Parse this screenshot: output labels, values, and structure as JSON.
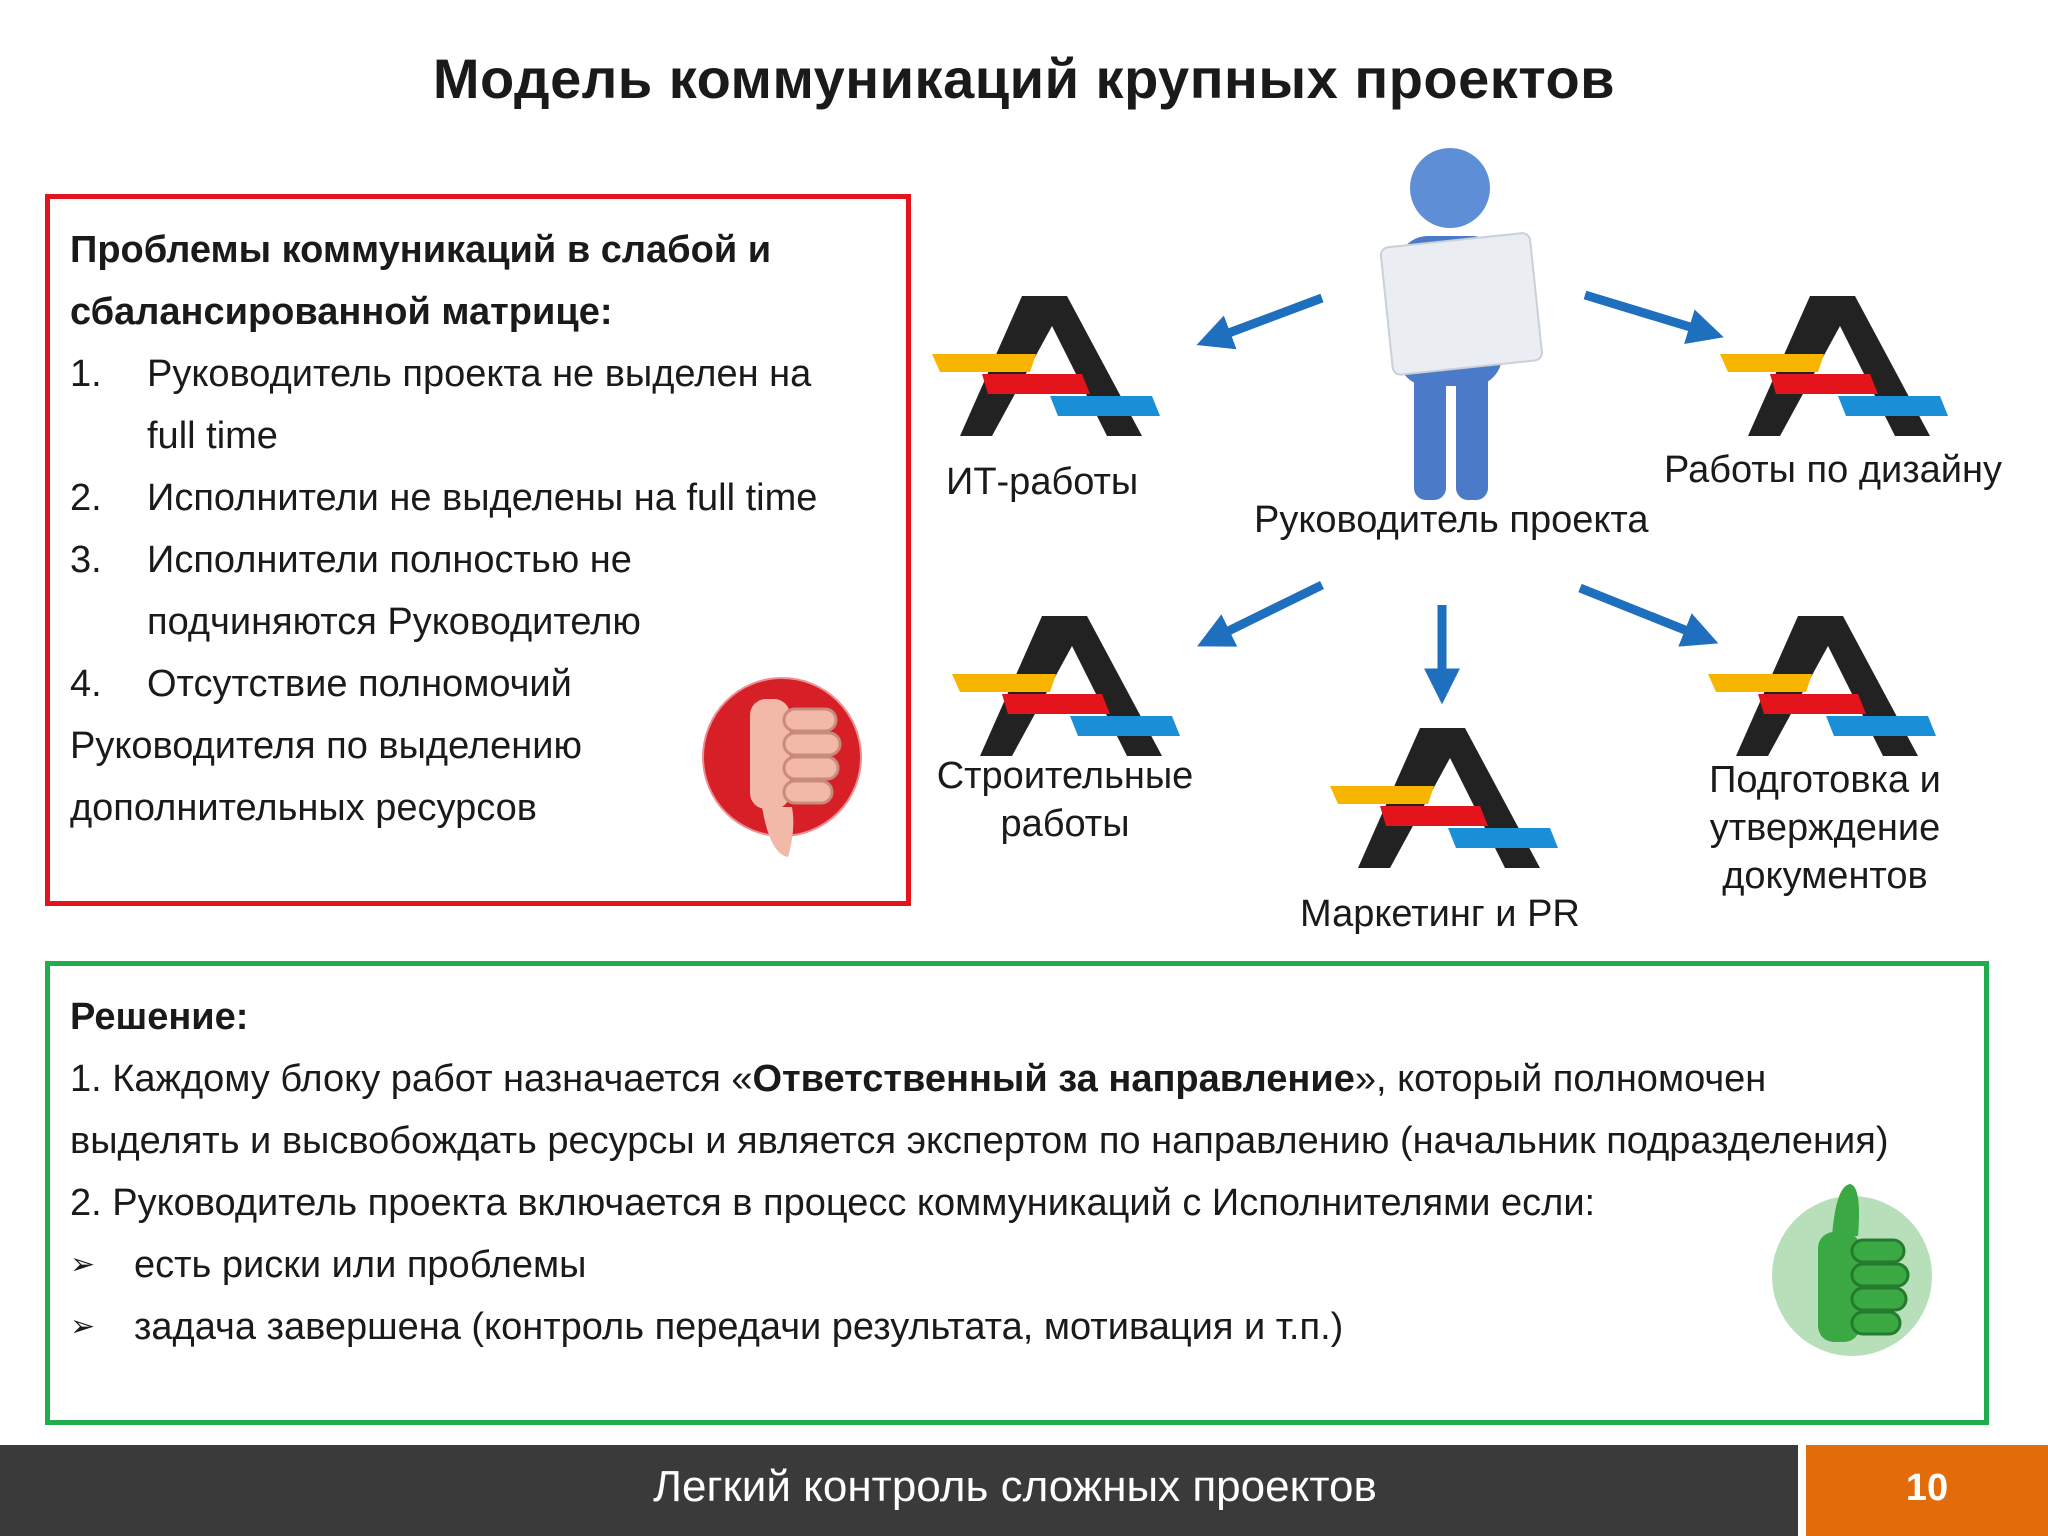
{
  "title": "Модель коммуникаций  крупных проектов",
  "problems": {
    "heading_line1": "Проблемы коммуникаций в слабой и",
    "heading_line2": "сбалансированной  матрице:",
    "items": [
      {
        "num": "1.",
        "line1": "Руководитель проекта не выделен на",
        "line2": "full time"
      },
      {
        "num": "2.",
        "line1": "Исполнители не выделены на full time",
        "line2": ""
      },
      {
        "num": "3.",
        "line1": "Исполнители полностью не",
        "line2": "подчиняются Руководителю"
      },
      {
        "num": "4.",
        "line1": "Отсутствие полномочий",
        "line2": ""
      }
    ],
    "tail_line1": "Руководителя по выделению",
    "tail_line2": "дополнительных ресурсов",
    "thumb_icon": "thumbs-down-icon"
  },
  "diagram": {
    "center_label": "Руководитель проекта",
    "nodes": [
      {
        "id": "it",
        "label_lines": [
          "ИТ-работы"
        ]
      },
      {
        "id": "design",
        "label_lines": [
          "Работы по дизайну"
        ]
      },
      {
        "id": "construction",
        "label_lines": [
          "Строительные",
          "работы"
        ]
      },
      {
        "id": "marketing",
        "label_lines": [
          "Маркетинг и PR"
        ]
      },
      {
        "id": "documents",
        "label_lines": [
          "Подготовка и",
          "утверждение",
          "документов"
        ]
      }
    ],
    "colors": {
      "arrow": "#1f6fbf",
      "yellow": "#f7b500",
      "red": "#e3141b",
      "blue": "#1a8fd8",
      "black": "#222222"
    }
  },
  "solution": {
    "heading": "Решение:",
    "p1_prefix": "1. Каждому блоку работ назначается «",
    "p1_bold": "Ответственный за направление",
    "p1_suffix": "», который полномочен",
    "p1_line2": "выделять и высвобождать ресурсы и является экспертом по направлению (начальник подразделения)",
    "p2": "2. Руководитель проекта включается в процесс коммуникаций с Исполнителями если:",
    "bullets": [
      "есть риски или проблемы",
      "задача завершена (контроль передачи результата, мотивация и т.п.)"
    ],
    "bullet_glyph": "➢",
    "thumb_icon": "thumbs-up-icon"
  },
  "footer": {
    "text": "Легкий контроль сложных проектов",
    "page": "10"
  }
}
